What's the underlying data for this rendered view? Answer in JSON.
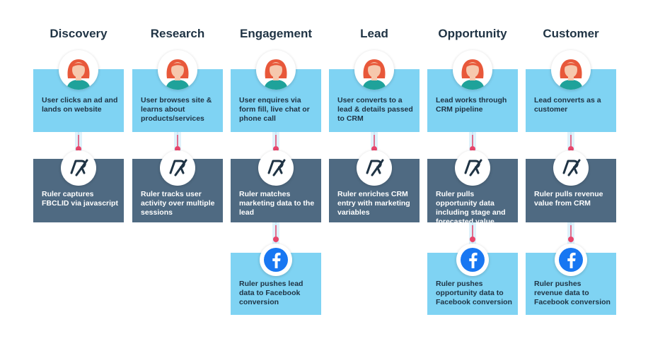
{
  "stages": [
    {
      "title": "Discovery",
      "user_text": "User clicks an ad and lands on website",
      "ruler_text": "Ruler captures FBCLID via javascript"
    },
    {
      "title": "Research",
      "user_text": "User browses site & learns about products/services",
      "ruler_text": "Ruler tracks user activity over multiple sessions"
    },
    {
      "title": "Engagement",
      "user_text": "User enquires via form fill, live chat or phone call",
      "ruler_text": "Ruler matches marketing data to the lead",
      "facebook_text": "Ruler pushes lead data to Facebook conversion"
    },
    {
      "title": "Lead",
      "user_text": "User converts to a lead & details passed to CRM",
      "ruler_text": "Ruler enriches CRM entry with marketing variables"
    },
    {
      "title": "Opportunity",
      "user_text": "Lead works through CRM pipeline",
      "ruler_text": "Ruler pulls opportunity data including stage and forecasted value",
      "facebook_text": "Ruler pushes opportunity data to Facebook conversion"
    },
    {
      "title": "Customer",
      "user_text": "Lead converts as a customer",
      "ruler_text": "Ruler pulls revenue value from CRM",
      "facebook_text": "Ruler pushes revenue data to Facebook conversion"
    }
  ],
  "icons": {
    "user": "woman-avatar-icon",
    "ruler": "ruler-logo-icon",
    "facebook": "facebook-logo-icon"
  },
  "colors": {
    "light_card": "#7fd3f3",
    "dark_card": "#4f6a82",
    "title_text": "#1f3344",
    "connector_dot": "#e8456b",
    "facebook_blue": "#1877f2",
    "hair": "#e8583a"
  }
}
